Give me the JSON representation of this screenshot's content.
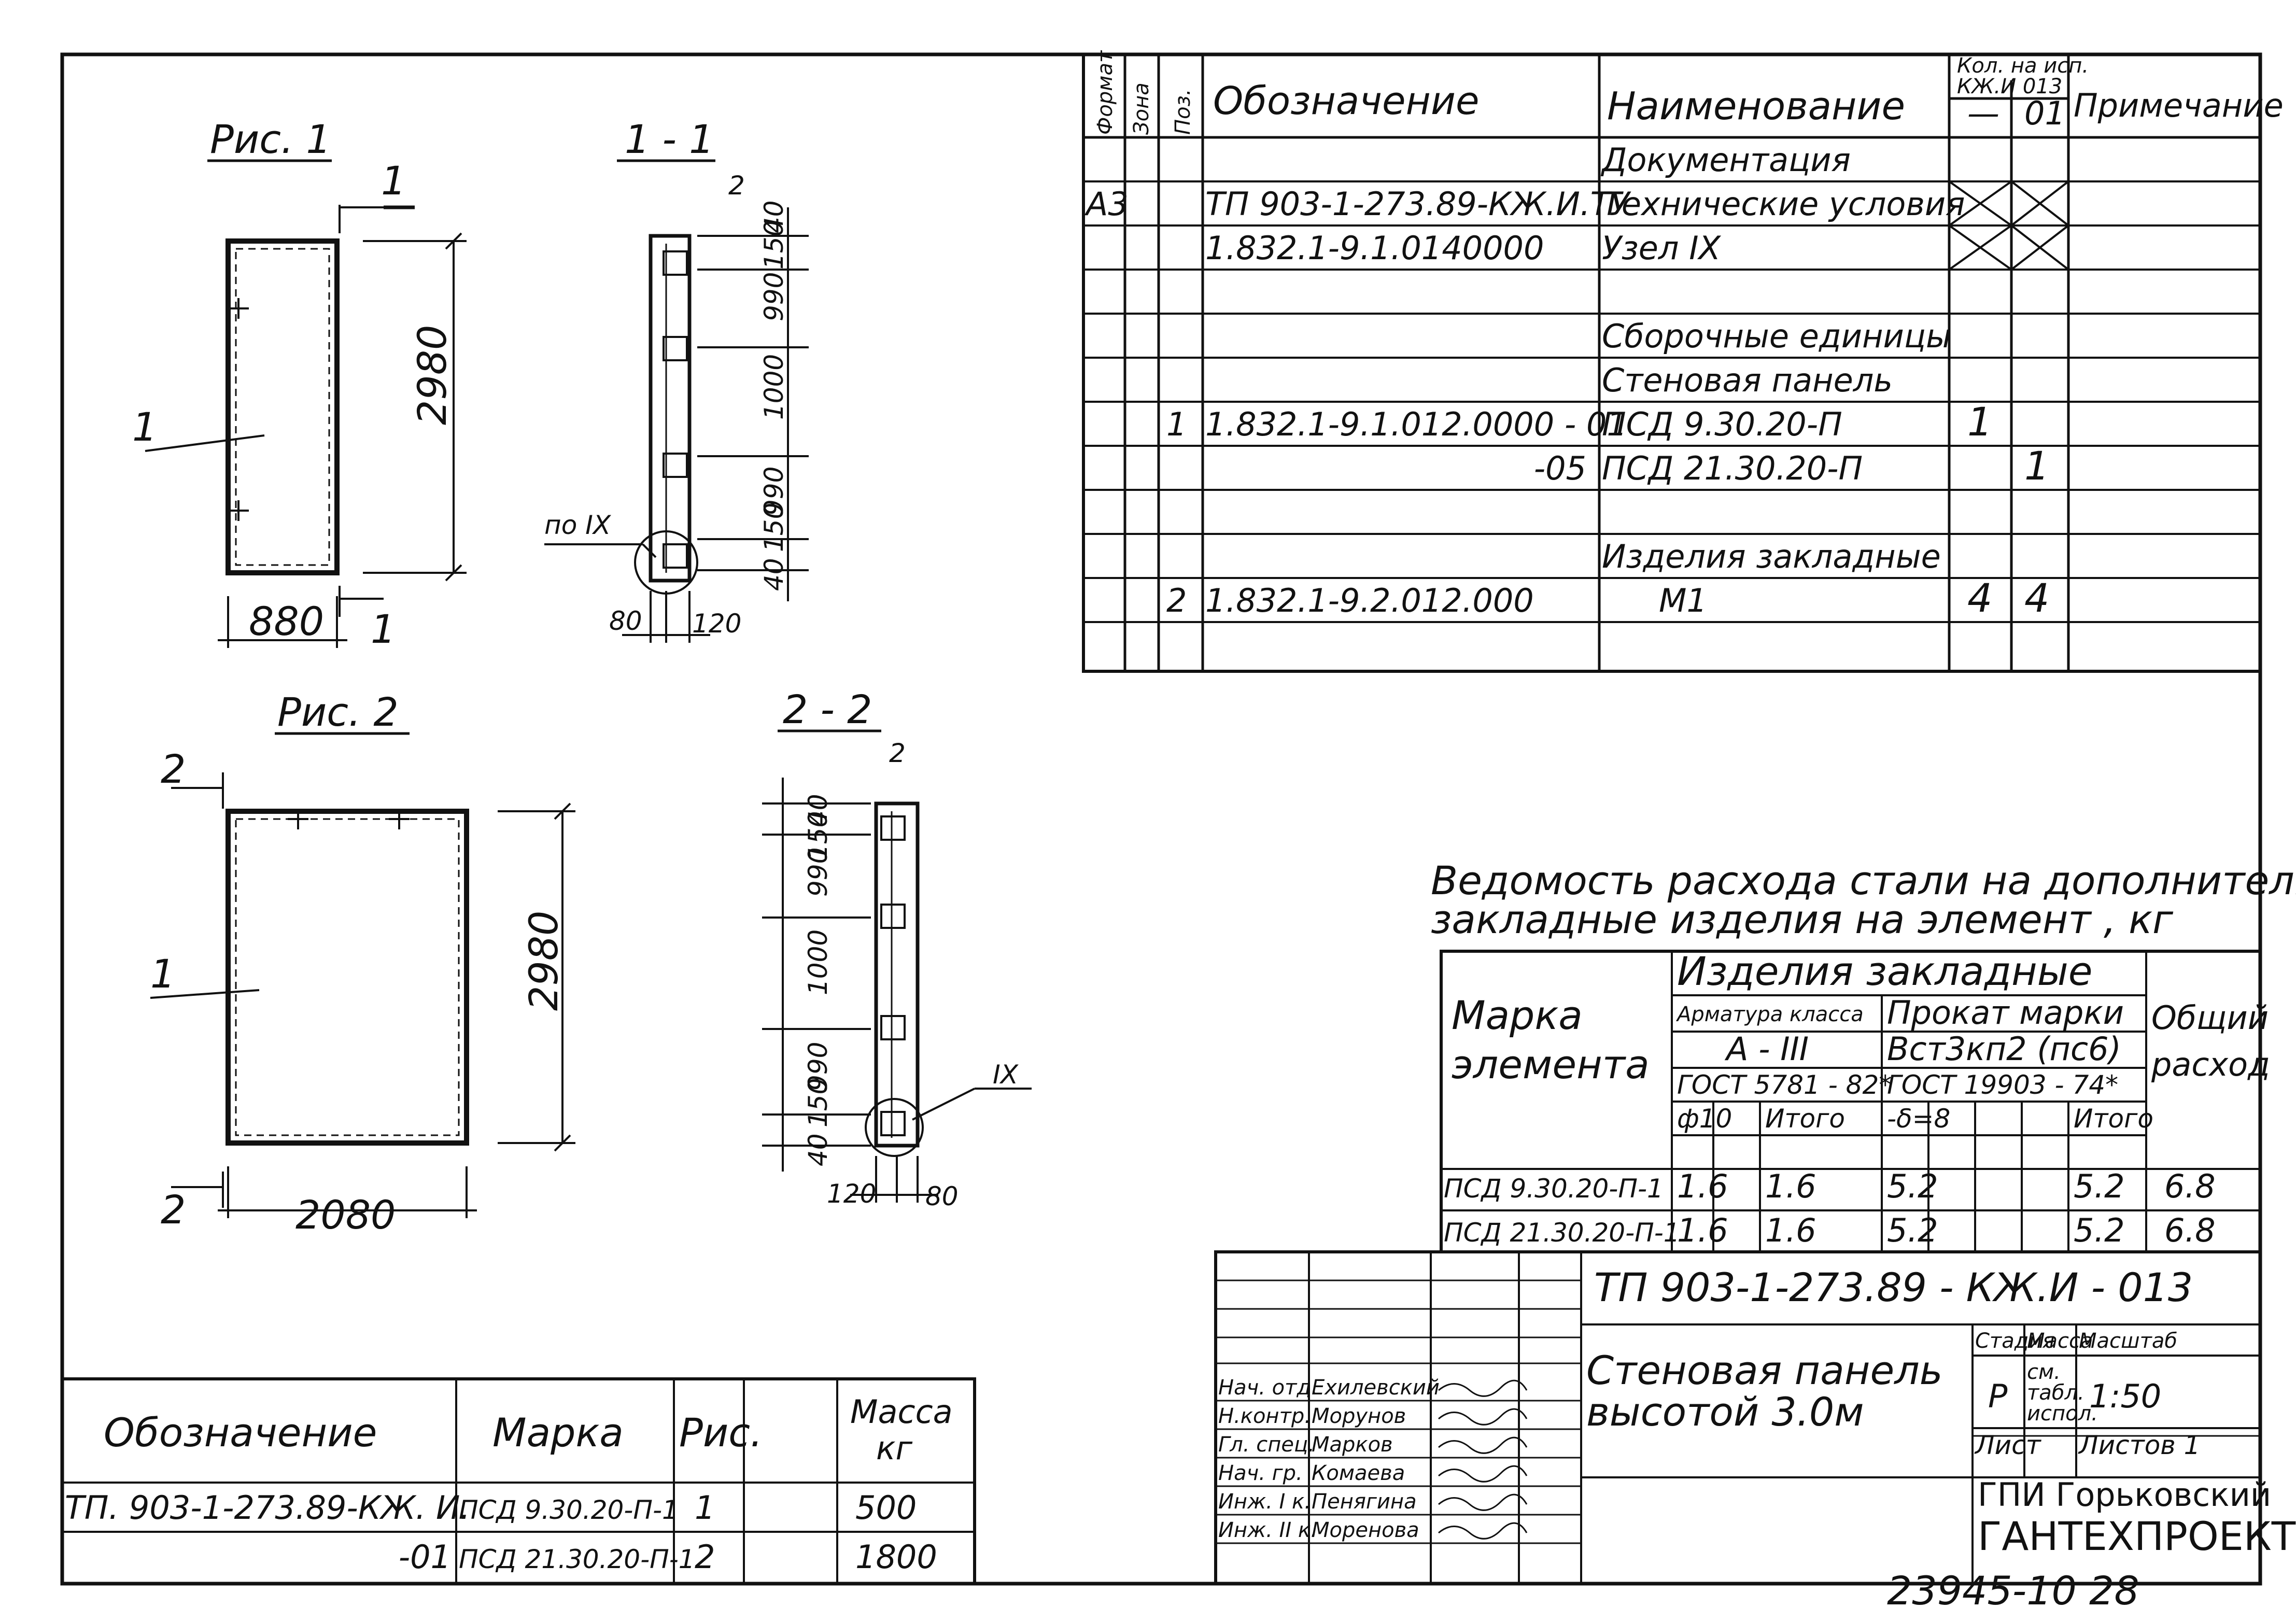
{
  "spec": {
    "headers": {
      "format": "Формат",
      "zone": "Зона",
      "pos": "Поз.",
      "designation": "Обозначение",
      "name": "Наименование",
      "qty_top": "Кол. на исп.",
      "qty_top2": "КЖ.И 013",
      "qty_a": "—",
      "qty_b": "01",
      "note": "Примечание"
    },
    "rows": [
      {
        "fmt": "",
        "pos": "",
        "des": "",
        "name": "Документация",
        "q1": "",
        "q2": ""
      },
      {
        "fmt": "А3",
        "pos": "",
        "des": "ТП 903-1-273.89-КЖ.И.ТУ",
        "name": "Технические условия",
        "q1": "",
        "q2": ""
      },
      {
        "fmt": "",
        "pos": "",
        "des": "1.832.1-9.1.0140000",
        "name": "Узел IX",
        "q1": "",
        "q2": ""
      },
      {
        "fmt": "",
        "pos": "",
        "des": "",
        "name": "",
        "q1": "",
        "q2": ""
      },
      {
        "fmt": "",
        "pos": "",
        "des": "",
        "name": "Сборочные единицы",
        "q1": "",
        "q2": ""
      },
      {
        "fmt": "",
        "pos": "",
        "des": "",
        "name": "Стеновая панель",
        "q1": "",
        "q2": ""
      },
      {
        "fmt": "",
        "pos": "1",
        "des": "1.832.1-9.1.012.0000 - 01",
        "name": "ПСД 9.30.20-П",
        "q1": "1",
        "q2": ""
      },
      {
        "fmt": "",
        "pos": "",
        "des": "-05",
        "name": "ПСД 21.30.20-П",
        "q1": "",
        "q2": "1"
      },
      {
        "fmt": "",
        "pos": "",
        "des": "",
        "name": "",
        "q1": "",
        "q2": ""
      },
      {
        "fmt": "",
        "pos": "",
        "des": "",
        "name": "Изделия закладные",
        "q1": "",
        "q2": ""
      },
      {
        "fmt": "",
        "pos": "2",
        "des": "1.832.1-9.2.012.000",
        "name": "М1",
        "q1": "4",
        "q2": "4"
      }
    ]
  },
  "figures": {
    "fig1_title": "Рис. 1",
    "fig2_title": "Рис. 2",
    "sec1_title": "1 - 1",
    "sec2_title": "2 - 2",
    "fig1_height": "2980",
    "fig1_width": "880",
    "fig2_height": "2980",
    "fig2_width": "2080",
    "pos_1": "1",
    "pos_2": "2",
    "cut_1": "1",
    "cut_2": "2",
    "node_ref": "по IX",
    "node_ix": "IX",
    "sec_dims_1": [
      "40",
      "150",
      "990",
      "1000",
      "990",
      "150",
      "40"
    ],
    "sec_base_1": [
      "80",
      "120"
    ],
    "sec_dims_2": [
      "40",
      "150",
      "990",
      "1000",
      "990",
      "150",
      "40"
    ],
    "sec_base_2": [
      "120",
      "80"
    ]
  },
  "steel": {
    "title_line1": "Ведомость расхода стали на дополнительные",
    "title_line2": "закладные изделия на элемент , кг",
    "mark_header": "Марка элемента",
    "group": "Изделия закладные",
    "sub1": "Арматура класса",
    "sub1_class": "А - III",
    "sub1_gost": "ГОСТ 5781 - 82*",
    "sub2": "Прокат марки",
    "sub2_grade": "Вст3кп2 (пс6)",
    "sub2_gost": "ГОСТ 19903 - 74*",
    "cols": [
      "ф10",
      "",
      "Итого",
      "-δ=8",
      "",
      "",
      "Итого"
    ],
    "total_header": "Общий расход",
    "rows": [
      {
        "mark": "ПСД 9.30.20-П-1",
        "vals": [
          "1.6",
          "",
          "1.6",
          "5.2",
          "",
          "",
          "5.2"
        ],
        "total": "6.8"
      },
      {
        "mark": "ПСД 21.30.20-П-1",
        "vals": [
          "1.6",
          "",
          "1.6",
          "5.2",
          "",
          "",
          "5.2"
        ],
        "total": "6.8"
      }
    ]
  },
  "marks": {
    "headers": [
      "Обозначение",
      "Марка",
      "Рис.",
      "",
      "Масса кг"
    ],
    "rows": [
      [
        "ТП. 903-1-273.89-КЖ. И.",
        "ПСД 9.30.20-П-1",
        "1",
        "",
        "500"
      ],
      [
        "-01",
        "ПСД 21.30.20-П-1",
        "2",
        "",
        "1800"
      ]
    ]
  },
  "title_block": {
    "code": "ТП 903-1-273.89 - КЖ.И - 013",
    "name_line1": "Стеновая панель",
    "name_line2": "высотой 3.0м",
    "stage_header": "Стадия",
    "mass_header": "Масса",
    "scale_header": "Масштаб",
    "stage": "Р",
    "mass": "см. табл. испол.",
    "scale": "1:50",
    "sheet_label": "Лист",
    "sheets_label": "Листов 1",
    "org_line1": "ГПИ Горьковский",
    "org_line2": "ГАНТЕХПРОЕКТ",
    "signers": [
      {
        "role": "Нач. отд.",
        "name": "Ехилевский"
      },
      {
        "role": "Н.контр.",
        "name": "Морунов"
      },
      {
        "role": "Гл. спец.",
        "name": "Марков"
      },
      {
        "role": "Нач. гр.",
        "name": "Комаева"
      },
      {
        "role": "Инж. I к.",
        "name": "Пенягина"
      },
      {
        "role": "Инж. II к.",
        "name": "Моренова"
      }
    ]
  },
  "footer": {
    "archive": "23945-10 28"
  }
}
